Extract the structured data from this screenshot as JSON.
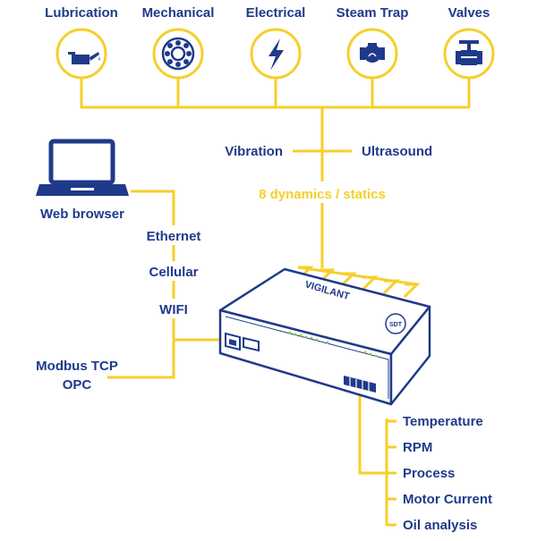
{
  "colors": {
    "navy": "#1f3a8a",
    "yellow": "#f6cf2a",
    "white": "#ffffff",
    "led_green": "#8bc34a"
  },
  "sensors": [
    {
      "label": "Lubrication",
      "icon": "oil-can-icon"
    },
    {
      "label": "Mechanical",
      "icon": "bearing-icon"
    },
    {
      "label": "Electrical",
      "icon": "lightning-icon"
    },
    {
      "label": "Steam Trap",
      "icon": "steam-trap-icon"
    },
    {
      "label": "Valves",
      "icon": "valve-icon"
    }
  ],
  "channels": {
    "left": "Vibration",
    "right": "Ultrasound",
    "summary": "8 dynamics / statics"
  },
  "connectivity": {
    "device": "Web browser",
    "links": [
      "Ethernet",
      "Cellular",
      "WIFI"
    ]
  },
  "protocols": [
    "Modbus TCP",
    "OPC"
  ],
  "device_box": {
    "brand": "VIGILANT",
    "badge": "SDT"
  },
  "process_inputs": [
    "Temperature",
    "RPM",
    "Process",
    "Motor Current",
    "Oil analysis"
  ]
}
